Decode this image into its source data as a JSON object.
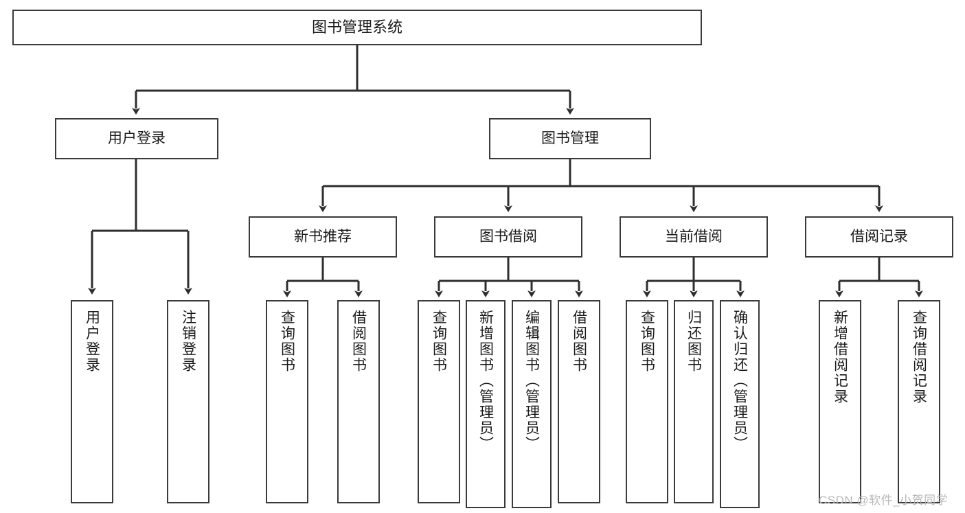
{
  "diagram": {
    "title": "图书管理系统",
    "type": "hierarchy-tree",
    "root": {
      "label": "图书管理系统"
    },
    "level2": [
      {
        "label": "用户登录"
      },
      {
        "label": "图书管理"
      }
    ],
    "level3": [
      {
        "label": "新书推荐"
      },
      {
        "label": "图书借阅"
      },
      {
        "label": "当前借阅"
      },
      {
        "label": "借阅记录"
      }
    ],
    "leaves": {
      "user_login": [
        {
          "label": "用户登录"
        },
        {
          "label": "注销登录"
        }
      ],
      "new_book_recommend": [
        {
          "label": "查询图书"
        },
        {
          "label": "借阅图书"
        }
      ],
      "book_borrow": [
        {
          "label": "查询图书"
        },
        {
          "label": "新增图书（管理员）"
        },
        {
          "label": "编辑图书（管理员）"
        },
        {
          "label": "借阅图书"
        }
      ],
      "current_borrow": [
        {
          "label": "查询图书"
        },
        {
          "label": "归还图书"
        },
        {
          "label": "确认归还（管理员）"
        }
      ],
      "borrow_record": [
        {
          "label": "新增借阅记录"
        },
        {
          "label": "查询借阅记录"
        }
      ]
    }
  },
  "watermark": {
    "text": "CSDN @软件_小贺同学"
  },
  "colors": {
    "stroke": "#3a3a3a",
    "background": "#ffffff",
    "text": "#1a1a1a",
    "watermark": "#b9b9b9"
  }
}
